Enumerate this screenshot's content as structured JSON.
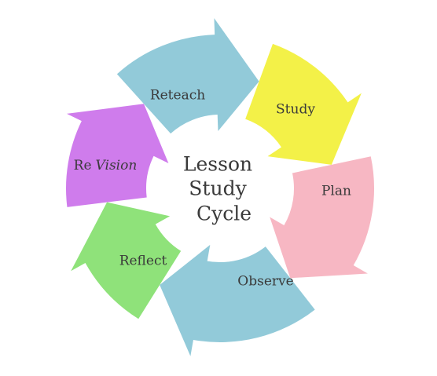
{
  "diagram": {
    "center": {
      "lines": [
        "Lesson",
        "Study",
        "Cycle"
      ]
    },
    "stages": [
      {
        "id": "study",
        "label": "Study",
        "color": "#f3f148"
      },
      {
        "id": "plan",
        "label": "Plan",
        "color": "#f7b7c3"
      },
      {
        "id": "observe",
        "label": "Observe",
        "color": "#92cad9"
      },
      {
        "id": "reflect",
        "label": "Reflect",
        "color": "#8fe27a"
      },
      {
        "id": "revision",
        "label": "Re",
        "label_emphasis": "Vision",
        "color": "#cf7cec"
      },
      {
        "id": "reteach",
        "label": "Reteach",
        "color": "#92cad9"
      }
    ]
  }
}
